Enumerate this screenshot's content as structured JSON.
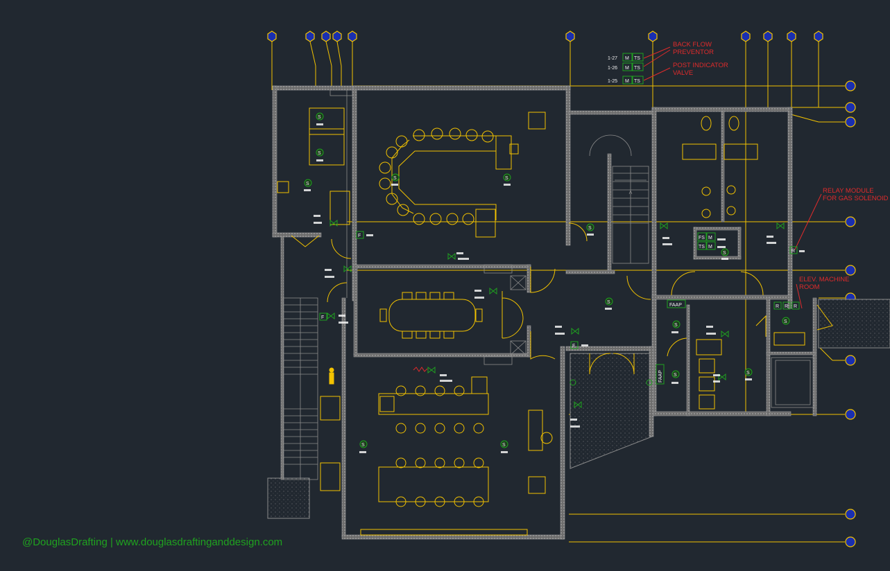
{
  "watermark": "@DouglasDrafting | www.douglasdraftinganddesign.com",
  "annotations": {
    "back_flow_1": "BACK FLOW",
    "back_flow_2": "PREVENTOR",
    "piv_1": "POST INDICATOR",
    "piv_2": "VALVE",
    "relay_1": "RELAY MODULE",
    "relay_2": "FOR GAS SOLENOID",
    "elev_1": "ELEV. MACHINE",
    "elev_2": "ROOM"
  },
  "riser_tags": {
    "r1": "1-27",
    "r2": "1-26",
    "r3": "1-25",
    "m": "M",
    "ts": "TS"
  },
  "device_labels": {
    "faap": "FAAP",
    "faap_v": "FAAP",
    "fs": "FS",
    "ts": "TS",
    "m": "M",
    "f": "F",
    "r": "R",
    "s": "S"
  },
  "colors": {
    "background": "#212830",
    "wall": "#8c8c8c",
    "furniture": "#f2c200",
    "device": "#1fa21f",
    "annotation": "#e02b2b",
    "grid_bubble": "#1a2fb0"
  }
}
